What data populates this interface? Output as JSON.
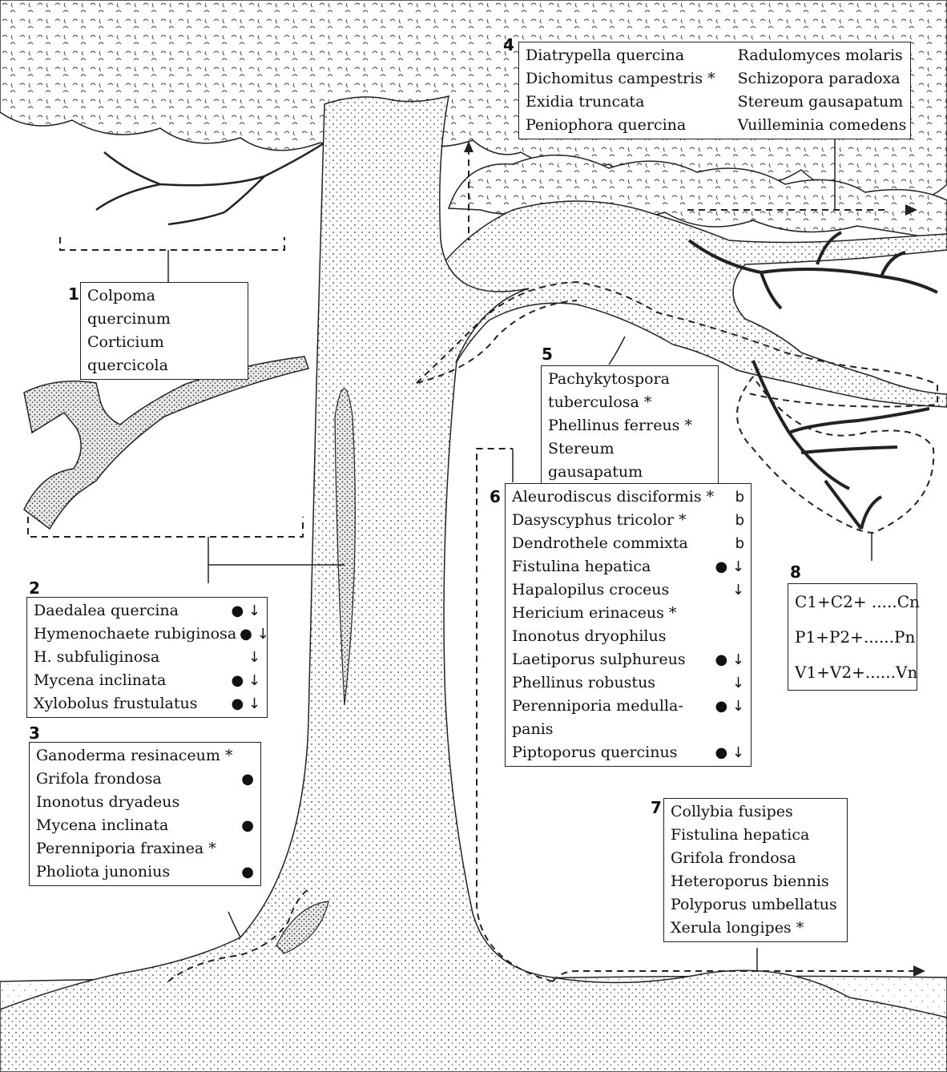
{
  "labels": {
    "l1": "1",
    "l2": "2",
    "l3": "3",
    "l4": "4",
    "l5": "5",
    "l6": "6",
    "l7": "7",
    "l8": "8"
  },
  "box1": [
    "Colpoma quercinum",
    "Corticium quercicola"
  ],
  "box2": [
    {
      "name": "Daedalea quercina",
      "mark": "● ↓"
    },
    {
      "name": "Hymenochaete rubiginosa",
      "mark": "● ↓"
    },
    {
      "name": "H. subfuliginosa",
      "mark": "↓"
    },
    {
      "name": "Mycena inclinata",
      "mark": "● ↓"
    },
    {
      "name": "Xylobolus frustulatus",
      "mark": "● ↓"
    }
  ],
  "box3": [
    {
      "name": "Ganoderma resinaceum *",
      "mark": ""
    },
    {
      "name": "Grifola frondosa",
      "mark": "●"
    },
    {
      "name": "Inonotus dryadeus",
      "mark": ""
    },
    {
      "name": "Mycena inclinata",
      "mark": "●"
    },
    {
      "name": "Perenniporia fraxinea *",
      "mark": ""
    },
    {
      "name": "Pholiota junonius",
      "mark": "●"
    }
  ],
  "box4": {
    "left": [
      "Diatrypella quercina",
      "Dichomitus campestris *",
      "Exidia truncata",
      "Peniophora quercina"
    ],
    "right": [
      "Radulomyces molaris",
      "Schizopora paradoxa",
      "Stereum gausapatum",
      "Vuilleminia comedens"
    ]
  },
  "box5": [
    "Pachykytospora",
    "tuberculosa *",
    "Phellinus ferreus *",
    "Stereum gausapatum"
  ],
  "box6": [
    {
      "name": "Aleurodiscus disciformis *",
      "mark": "b"
    },
    {
      "name": "Dasyscyphus tricolor *",
      "mark": "b"
    },
    {
      "name": "Dendrothele commixta",
      "mark": "b"
    },
    {
      "name": "Fistulina hepatica",
      "mark": "● ↓"
    },
    {
      "name": "Hapalopilus croceus",
      "mark": "↓"
    },
    {
      "name": "Hericium erinaceus *",
      "mark": ""
    },
    {
      "name": "Inonotus dryophilus",
      "mark": ""
    },
    {
      "name": "Laetiporus sulphureus",
      "mark": "● ↓"
    },
    {
      "name": "Phellinus robustus",
      "mark": "↓"
    },
    {
      "name": "Perenniporia medulla-",
      "mark": "● ↓"
    },
    {
      "name": "panis",
      "mark": ""
    },
    {
      "name": "Piptoporus quercinus",
      "mark": "● ↓"
    }
  ],
  "box7": [
    "Collybia fusipes",
    "Fistulina hepatica",
    "Grifola frondosa",
    "Heteroporus biennis",
    "Polyporus umbellatus",
    "Xerula  longipes *"
  ],
  "box8": [
    "C1+C2+ .....Cn",
    "P1+P2+......Pn",
    "V1+V2+......Vn"
  ]
}
